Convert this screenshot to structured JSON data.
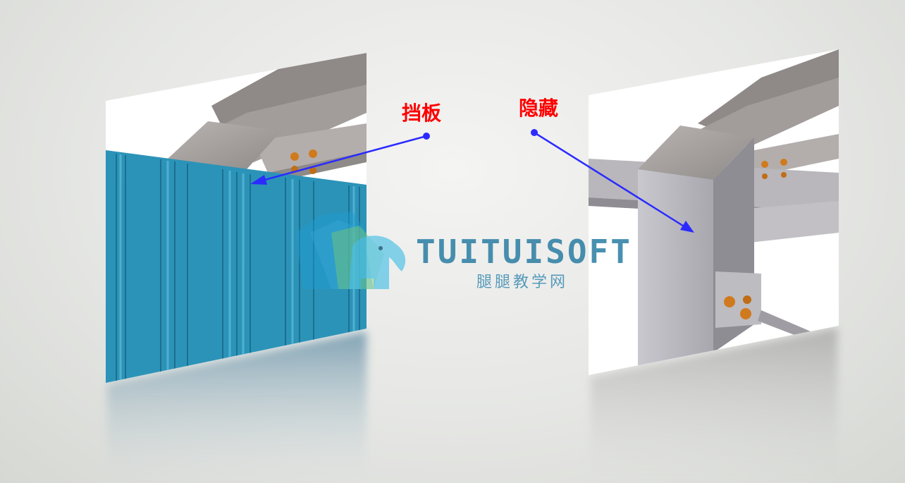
{
  "labels": {
    "left": "挡板",
    "right": "隐藏"
  },
  "watermark": {
    "brand": "TUITUISOFT",
    "subtitle": "腿腿教学网"
  },
  "colors": {
    "label": "#ff0000",
    "arrow": "#2b2bff",
    "panel_blue": "#2c93b8",
    "steel_gray": "#a8a4a2",
    "bolt_orange": "#d07a1e"
  }
}
